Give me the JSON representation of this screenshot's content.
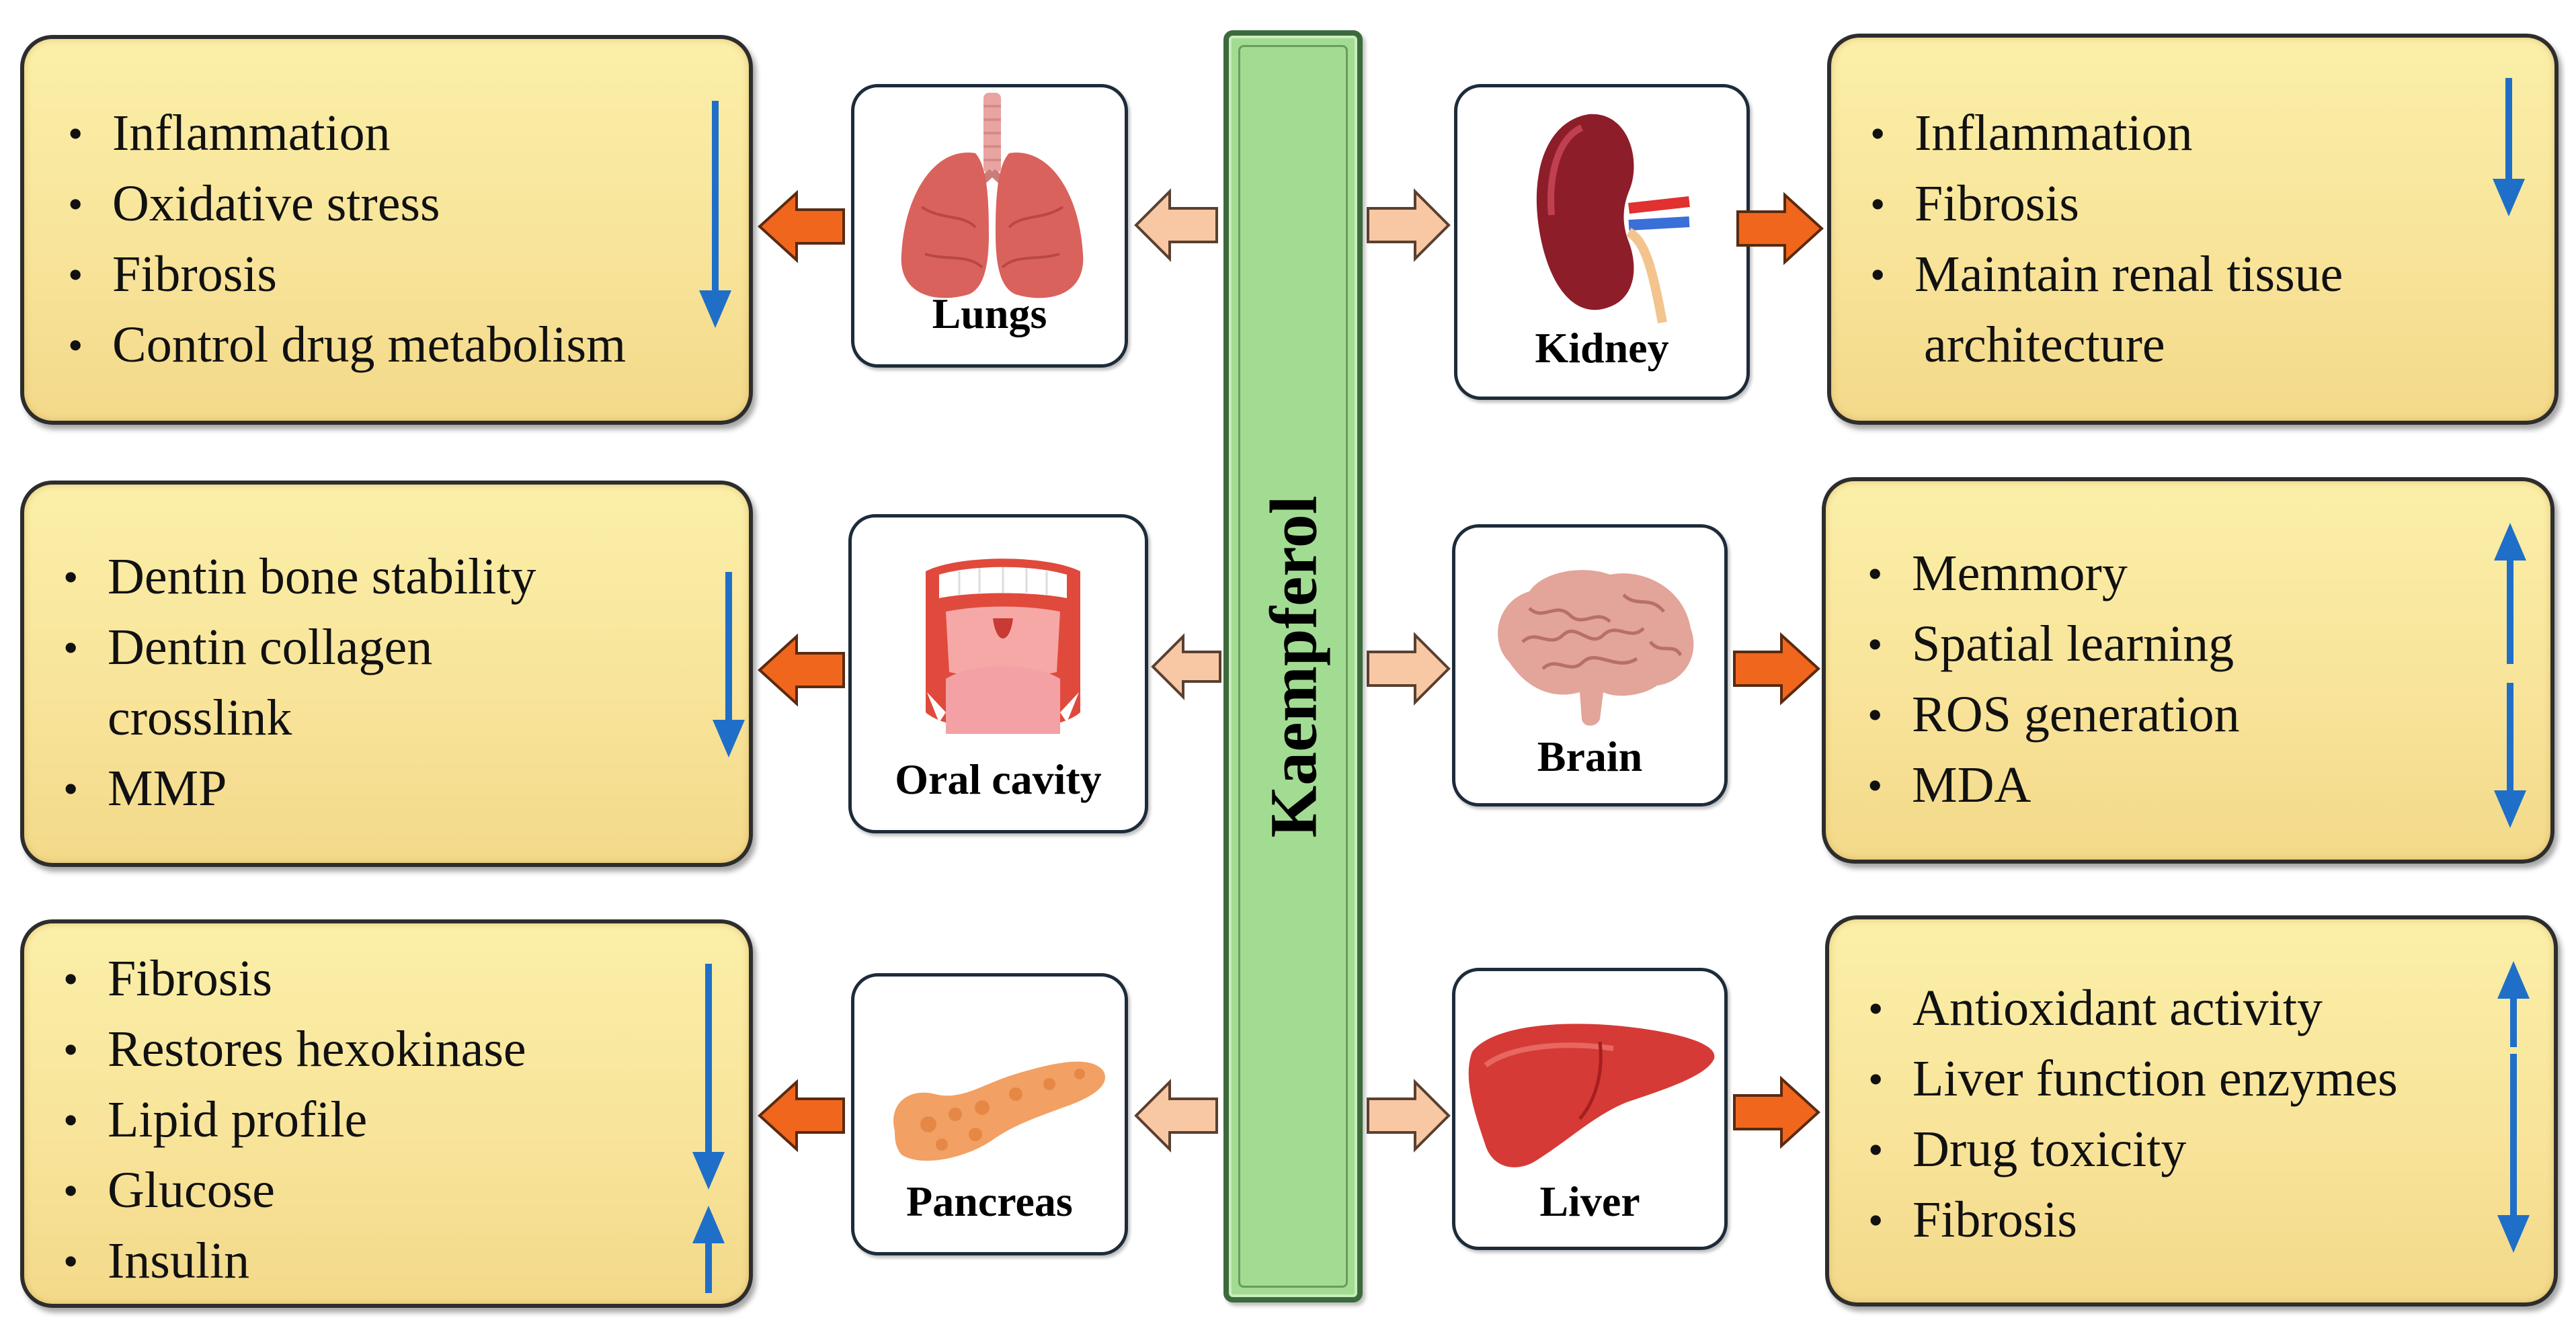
{
  "center": {
    "label": "Kaempferol"
  },
  "organs": {
    "lungs": "Lungs",
    "kidney": "Kidney",
    "oral": "Oral cavity",
    "brain": "Brain",
    "pancreas": "Pancreas",
    "liver": "Liver"
  },
  "effects": {
    "lungs": [
      "Inflammation",
      "Oxidative stress",
      "Fibrosis",
      "Control drug metabolism"
    ],
    "kidney": [
      "Inflammation",
      "Fibrosis",
      "Maintain renal tissue",
      "architecture"
    ],
    "oral": [
      "Dentin bone stability",
      "Dentin collagen",
      "crosslink",
      "MMP"
    ],
    "brain": [
      "Memmory",
      "Spatial learning",
      "ROS generation",
      "MDA"
    ],
    "pancreas": [
      "Fibrosis",
      "Restores hexokinase",
      "Lipid profile",
      "Glucose",
      "Insulin"
    ],
    "liver": [
      "Antioxidant activity",
      "Liver function enzymes",
      "Drug toxicity",
      "Fibrosis"
    ]
  },
  "colors": {
    "center_fill": "#a2dc92",
    "box_fill": "#f8e49a",
    "trend_arrow": "#1f6fc8",
    "outer_arrow": "#f0661c",
    "inner_arrow": "#f8c8a4"
  },
  "trend_legend": {
    "lungs": [
      "down"
    ],
    "kidney": [
      "down"
    ],
    "oral": [
      "down"
    ],
    "brain": [
      "up",
      "down"
    ],
    "pancreas": [
      "down",
      "up"
    ],
    "liver": [
      "up",
      "down"
    ]
  }
}
